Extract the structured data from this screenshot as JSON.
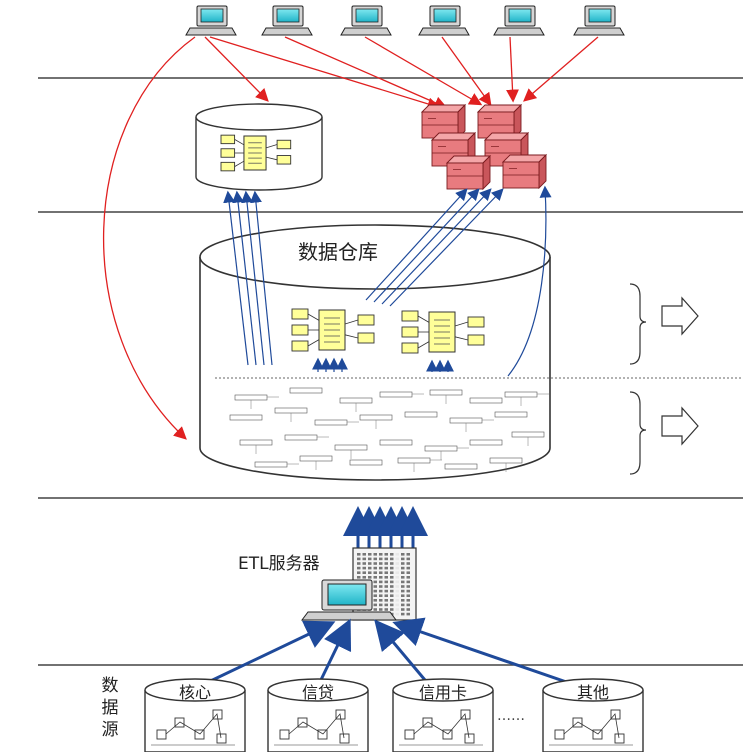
{
  "diagram": {
    "warehouse_label": "数据仓库",
    "etl_label": "ETL服务器",
    "side_label": "数据源",
    "ellipsis": "……",
    "sources": [
      {
        "label": "核心"
      },
      {
        "label": "信贷"
      },
      {
        "label": "信用卡"
      },
      {
        "label": "其他"
      }
    ],
    "client_count": 6,
    "colors": {
      "red_arrow": "#e02020",
      "blue_arrow": "#1f4a9a",
      "rule_line": "#444444",
      "yellow_box": "#ffff99",
      "cube": "#e87b7f"
    }
  }
}
